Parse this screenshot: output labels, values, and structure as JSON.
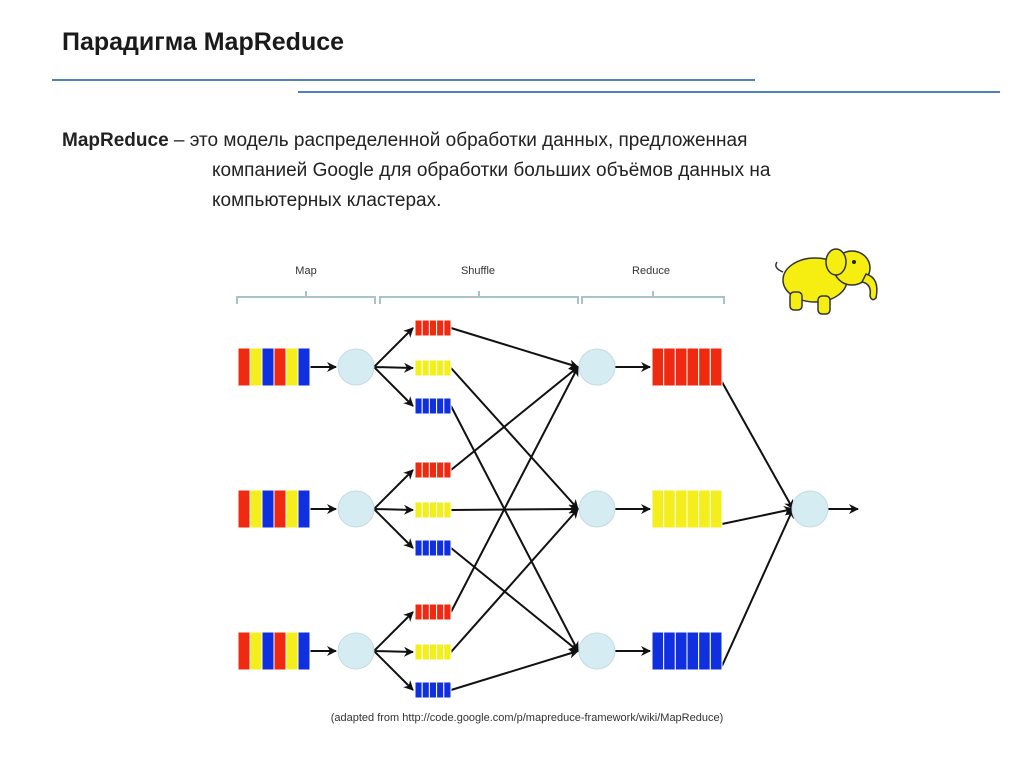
{
  "slide": {
    "title": "Парадигма MapReduce",
    "term": "MapReduce",
    "dash": " – ",
    "definition_lines": [
      "это модель распределенной обработки данных, предложенная",
      "компанией Google для обработки больших объёмов данных на",
      "компьютерных кластерах."
    ]
  },
  "diagram": {
    "stages": [
      "Map",
      "Shuffle",
      "Reduce"
    ],
    "caption": "(adapted from http://code.google.com/p/mapreduce-framework/wiki/MapReduce)",
    "colors": {
      "red": "#f02a10",
      "yellow": "#f4ee1c",
      "blue": "#1030e0",
      "node": "#d4ecf2",
      "bracket": "#a9c3c8",
      "arrow": "#111111"
    },
    "logo": "hadoop-elephant"
  }
}
